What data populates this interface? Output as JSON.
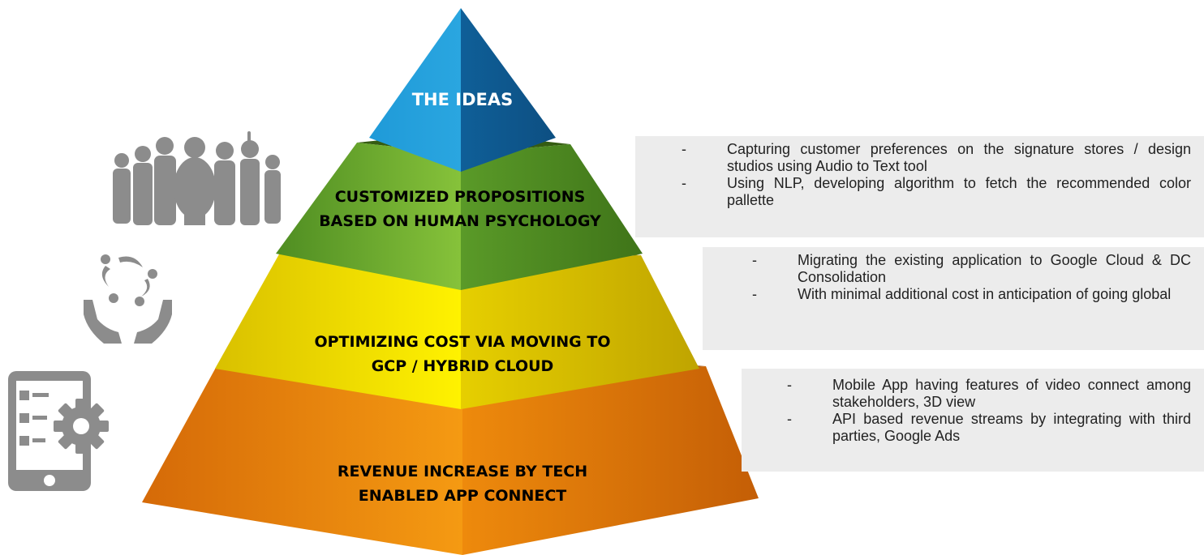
{
  "pyramid": {
    "tiers": [
      {
        "label": "THE IDEAS",
        "color": "#1b8fcf"
      },
      {
        "label": "CUSTOMIZED PROPOSITIONS BASED ON HUMAN PSYCHOLOGY",
        "color": "#6cab2c"
      },
      {
        "label": "OPTIMIZING COST VIA MOVING TO GCP / HYBRID CLOUD",
        "color": "#f0dc00"
      },
      {
        "label": "REVENUE INCREASE BY TECH ENABLED APP CONNECT",
        "color": "#f08d0a"
      }
    ]
  },
  "panels": [
    {
      "bullets": [
        {
          "dash": "-",
          "text": "Capturing customer preferences on the signature stores / design studios using Audio to Text tool"
        },
        {
          "dash": "-",
          "text": "Using NLP, developing algorithm to fetch the recommended color pallette"
        }
      ]
    },
    {
      "bullets": [
        {
          "dash": "-",
          "text": "Migrating the existing application to Google Cloud & DC Consolidation"
        },
        {
          "dash": "-",
          "text": "With minimal additional cost in anticipation of going global"
        }
      ]
    },
    {
      "bullets": [
        {
          "dash": "-",
          "text": "Mobile App having features of video connect among stakeholders, 3D view"
        },
        {
          "dash": "-",
          "text": "API based revenue streams by integrating with third parties, Google Ads"
        }
      ]
    }
  ],
  "icons": {
    "people": "people-group-icon",
    "hands": "hands-collaboration-icon",
    "app": "mobile-app-settings-icon",
    "color": "#8c8c8c"
  }
}
